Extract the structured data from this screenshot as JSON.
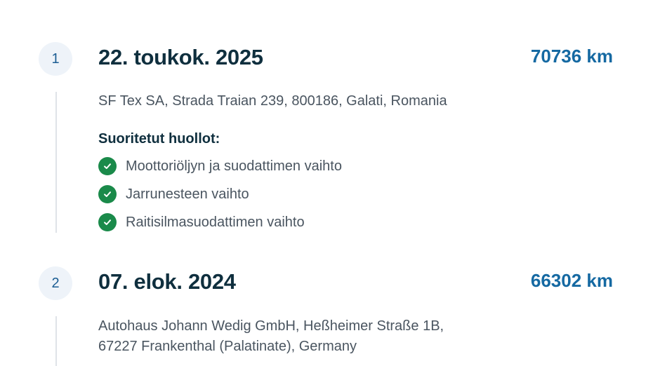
{
  "entries": [
    {
      "step": "1",
      "date": "22. toukok. 2025",
      "mileage": "70736 km",
      "address_lines": [
        "SF Tex SA, Strada Traian 239, 800186, Galati, Romania"
      ],
      "services_title": "Suoritetut huollot:",
      "services": [
        "Moottoriöljyn ja suodattimen vaihto",
        "Jarrunesteen vaihto",
        "Raitisilmasuodattimen vaihto"
      ]
    },
    {
      "step": "2",
      "date": "07. elok. 2024",
      "mileage": "66302 km",
      "address_lines": [
        "Autohaus Johann Wedig GmbH, Heßheimer Straße 1B,",
        "67227 Frankenthal (Palatinate), Germany"
      ]
    }
  ],
  "icons": {
    "service_done": "check-circle-icon"
  },
  "colors": {
    "title": "#0f2f3e",
    "mileage": "#1569a2",
    "body_text": "#4a5560",
    "check": "#1a8a4a",
    "badge_bg": "#eef3f9",
    "badge_text": "#1b5d93",
    "timeline_line": "#dfe3e8"
  }
}
